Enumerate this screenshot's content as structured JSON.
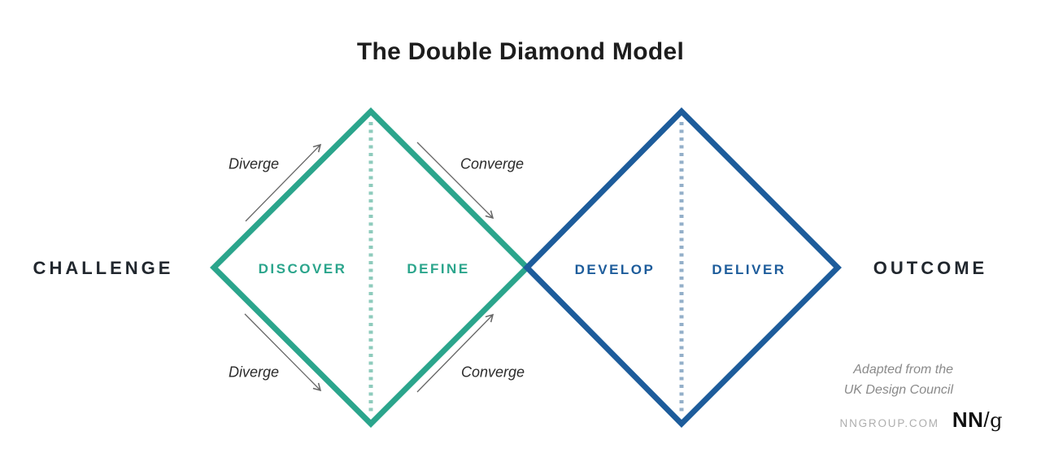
{
  "title": "The Double Diamond Model",
  "endpoints": {
    "left": "CHALLENGE",
    "right": "OUTCOME"
  },
  "diamond1": {
    "phase1": "DISCOVER",
    "phase2": "DEFINE",
    "color": "#2ba58c",
    "dotted_color": "#8ecbbc"
  },
  "diamond2": {
    "phase1": "DEVELOP",
    "phase2": "DELIVER",
    "color": "#1d5c9b",
    "dotted_color": "#93afc9"
  },
  "flow": {
    "diverge_top": "Diverge",
    "converge_top": "Converge",
    "diverge_bottom": "Diverge",
    "converge_bottom": "Converge"
  },
  "attribution": {
    "line1": "Adapted from the",
    "line2": "UK Design Council"
  },
  "footer": {
    "website": "NNGROUP.COM",
    "logo_nn": "NN",
    "logo_slash": "/",
    "logo_g": "g"
  },
  "colors": {
    "background": "#ffffff",
    "title_text": "#1d1d1d",
    "endpoint_text": "#21272e",
    "flow_text": "#2b2b2b",
    "arrow": "#666666",
    "attribution_text": "#8a8a8a",
    "website_text": "#aeaeae",
    "logo_text": "#111111"
  }
}
